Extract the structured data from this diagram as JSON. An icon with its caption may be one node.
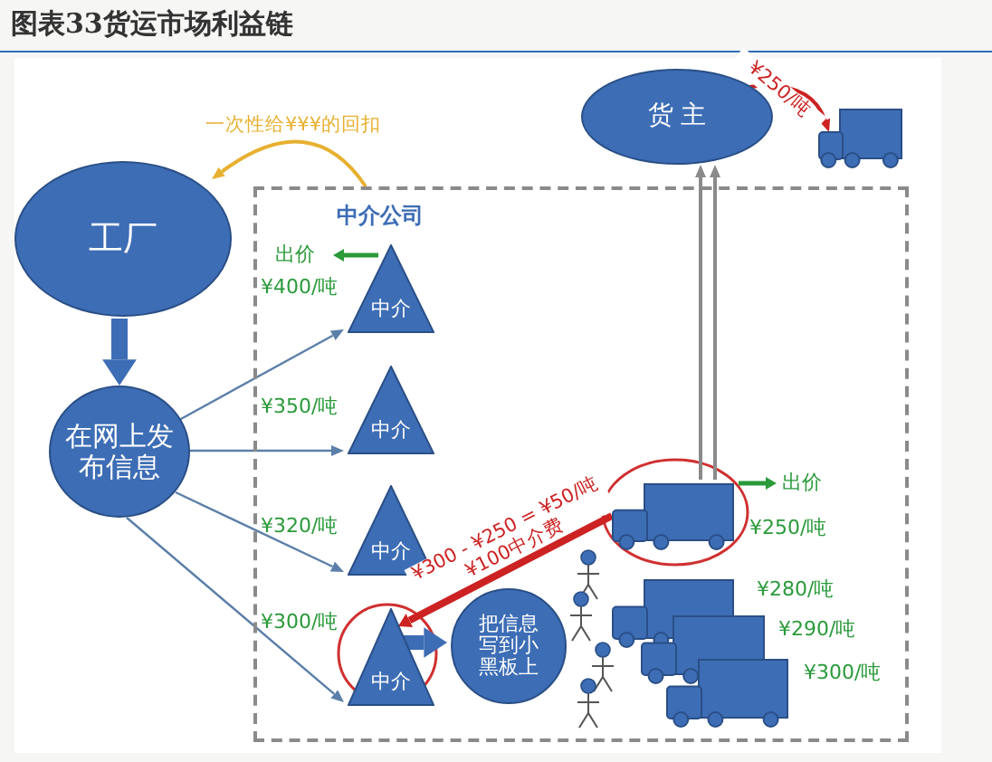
{
  "diagram": {
    "title": "图表33货运市场利益链",
    "nodes": [
      {
        "text": [
          "工厂"
        ]
      },
      {
        "text": [
          "在网上发布信息"
        ]
      },
      {
        "text": [
          "中介公司"
        ]
      },
      {
        "text": [
          "中介"
        ],
        "in": 2,
        "beside": [
          "出价",
          "¥400/吨"
        ]
      },
      {
        "text": [
          "中介"
        ],
        "in": 2,
        "beside": [
          "¥350/吨"
        ]
      },
      {
        "text": [
          "中介"
        ],
        "in": 2,
        "beside": [
          "¥320/吨"
        ]
      },
      {
        "text": [
          "中介"
        ],
        "in": 2,
        "beside": [
          "¥300/吨"
        ]
      },
      {
        "text": [
          "把信息写到小黑板上"
        ],
        "in": 2
      },
      {
        "text": [
          "货 主"
        ]
      },
      {
        "text": [],
        "shape": "truck"
      },
      {
        "text": [],
        "shape": "truck",
        "in": 2,
        "beside": [
          "出价",
          "¥250/吨"
        ]
      },
      {
        "text": [],
        "shape": "truck",
        "in": 2,
        "beside": [
          "¥280/吨"
        ]
      },
      {
        "text": [],
        "shape": "truck",
        "in": 2,
        "beside": [
          "¥290/吨"
        ]
      },
      {
        "text": [],
        "shape": "truck",
        "in": 2,
        "beside": [
          "¥300/吨"
        ]
      }
    ],
    "edges": [
      {
        "from": 0,
        "to": 1,
        "arrow": "to",
        "style": "thick"
      },
      {
        "from": 1,
        "to": 3,
        "arrow": "to"
      },
      {
        "from": 1,
        "to": 4,
        "arrow": "to"
      },
      {
        "from": 1,
        "to": 5,
        "arrow": "to"
      },
      {
        "from": 1,
        "to": 6,
        "arrow": "to"
      },
      {
        "from": 2,
        "to": 0,
        "arrow": "to",
        "label": "一次性给¥¥¥的回扣",
        "color": "#e8b030"
      },
      {
        "from": 8,
        "to": 9,
        "arrow": "to",
        "label": "¥250/吨",
        "color": "#cc2222"
      },
      {
        "from": 10,
        "to": 6,
        "arrow": "to",
        "label": "¥300 - ¥250 = ¥50/吨 ¥100中介费",
        "color": "#cc2222",
        "style": "thick"
      },
      {
        "from": 6,
        "to": 7,
        "arrow": "to",
        "style": "thick"
      },
      {
        "from": 10,
        "to": 8,
        "arrow": "to",
        "color": "#8a8a8a"
      },
      {
        "from": 10,
        "to": 8,
        "arrow": "to",
        "color": "#8a8a8a"
      }
    ]
  }
}
